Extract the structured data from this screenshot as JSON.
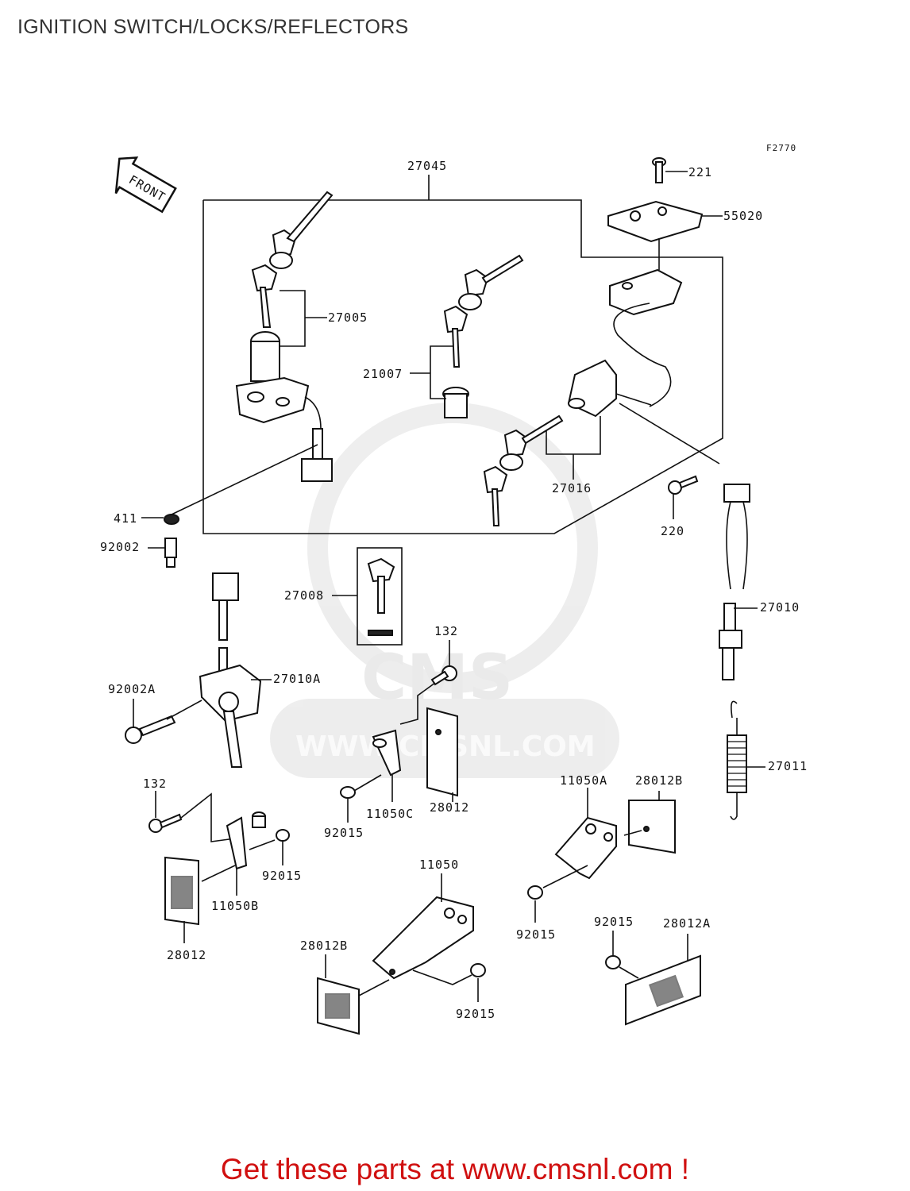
{
  "page": {
    "title": "IGNITION SWITCH/LOCKS/REFLECTORS",
    "footer": "Get these parts at www.cmsnl.com !"
  },
  "diagram": {
    "figure_code": "F2770",
    "front_label": "FRONT",
    "watermark": {
      "text": "CMS",
      "url": "WWW.CMSNL.COM"
    },
    "labels": {
      "l27045": "27045",
      "l221": "221",
      "l55020": "55020",
      "l27005": "27005",
      "l21007": "21007",
      "l27016": "27016",
      "l411": "411",
      "l92002": "92002",
      "l220": "220",
      "l27008": "27008",
      "l132a": "132",
      "l27010": "27010",
      "l92002A": "92002A",
      "l27010A": "27010A",
      "l132b": "132",
      "l11050C": "11050C",
      "l28012a": "28012",
      "l92015a": "92015",
      "l11050A": "11050A",
      "l28012B": "28012B",
      "l27011": "27011",
      "l92015b": "92015",
      "l11050B": "11050B",
      "l28012b": "28012",
      "l11050": "11050",
      "l92015c": "92015",
      "l92015d": "92015",
      "l28012A": "28012A",
      "l28012B2": "28012B",
      "l92015e": "92015"
    }
  }
}
